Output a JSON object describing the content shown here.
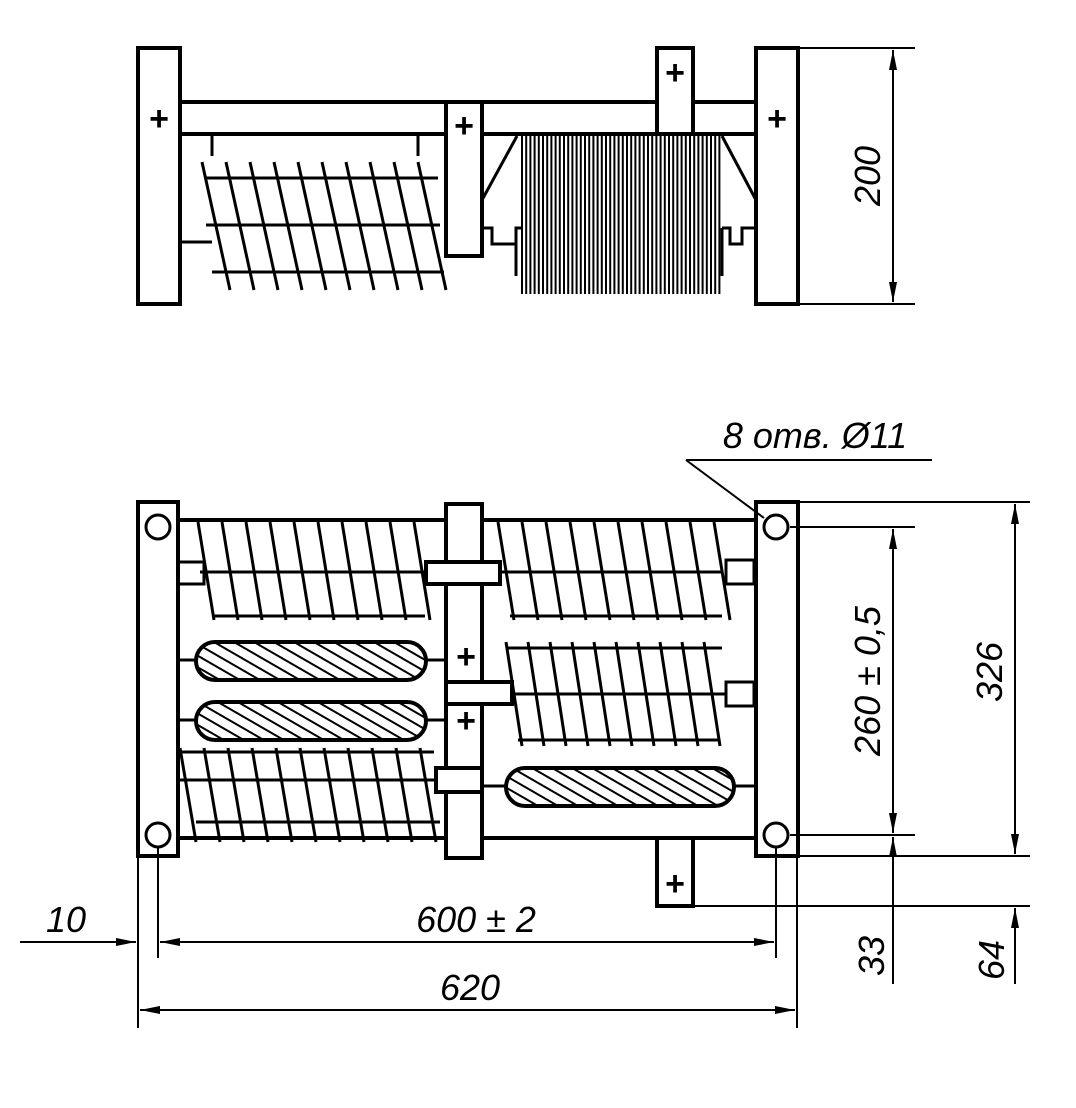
{
  "dimensions": {
    "height_top": "200",
    "holes_note": "8 отв. Ø11",
    "hole_spacing": "260 ± 0,5",
    "height_total": "326",
    "offset_left": "10",
    "hole_spacing_x": "600 ± 2",
    "width_total": "620",
    "offset_33": "33",
    "offset_64": "64"
  },
  "terminal_symbol": "+"
}
